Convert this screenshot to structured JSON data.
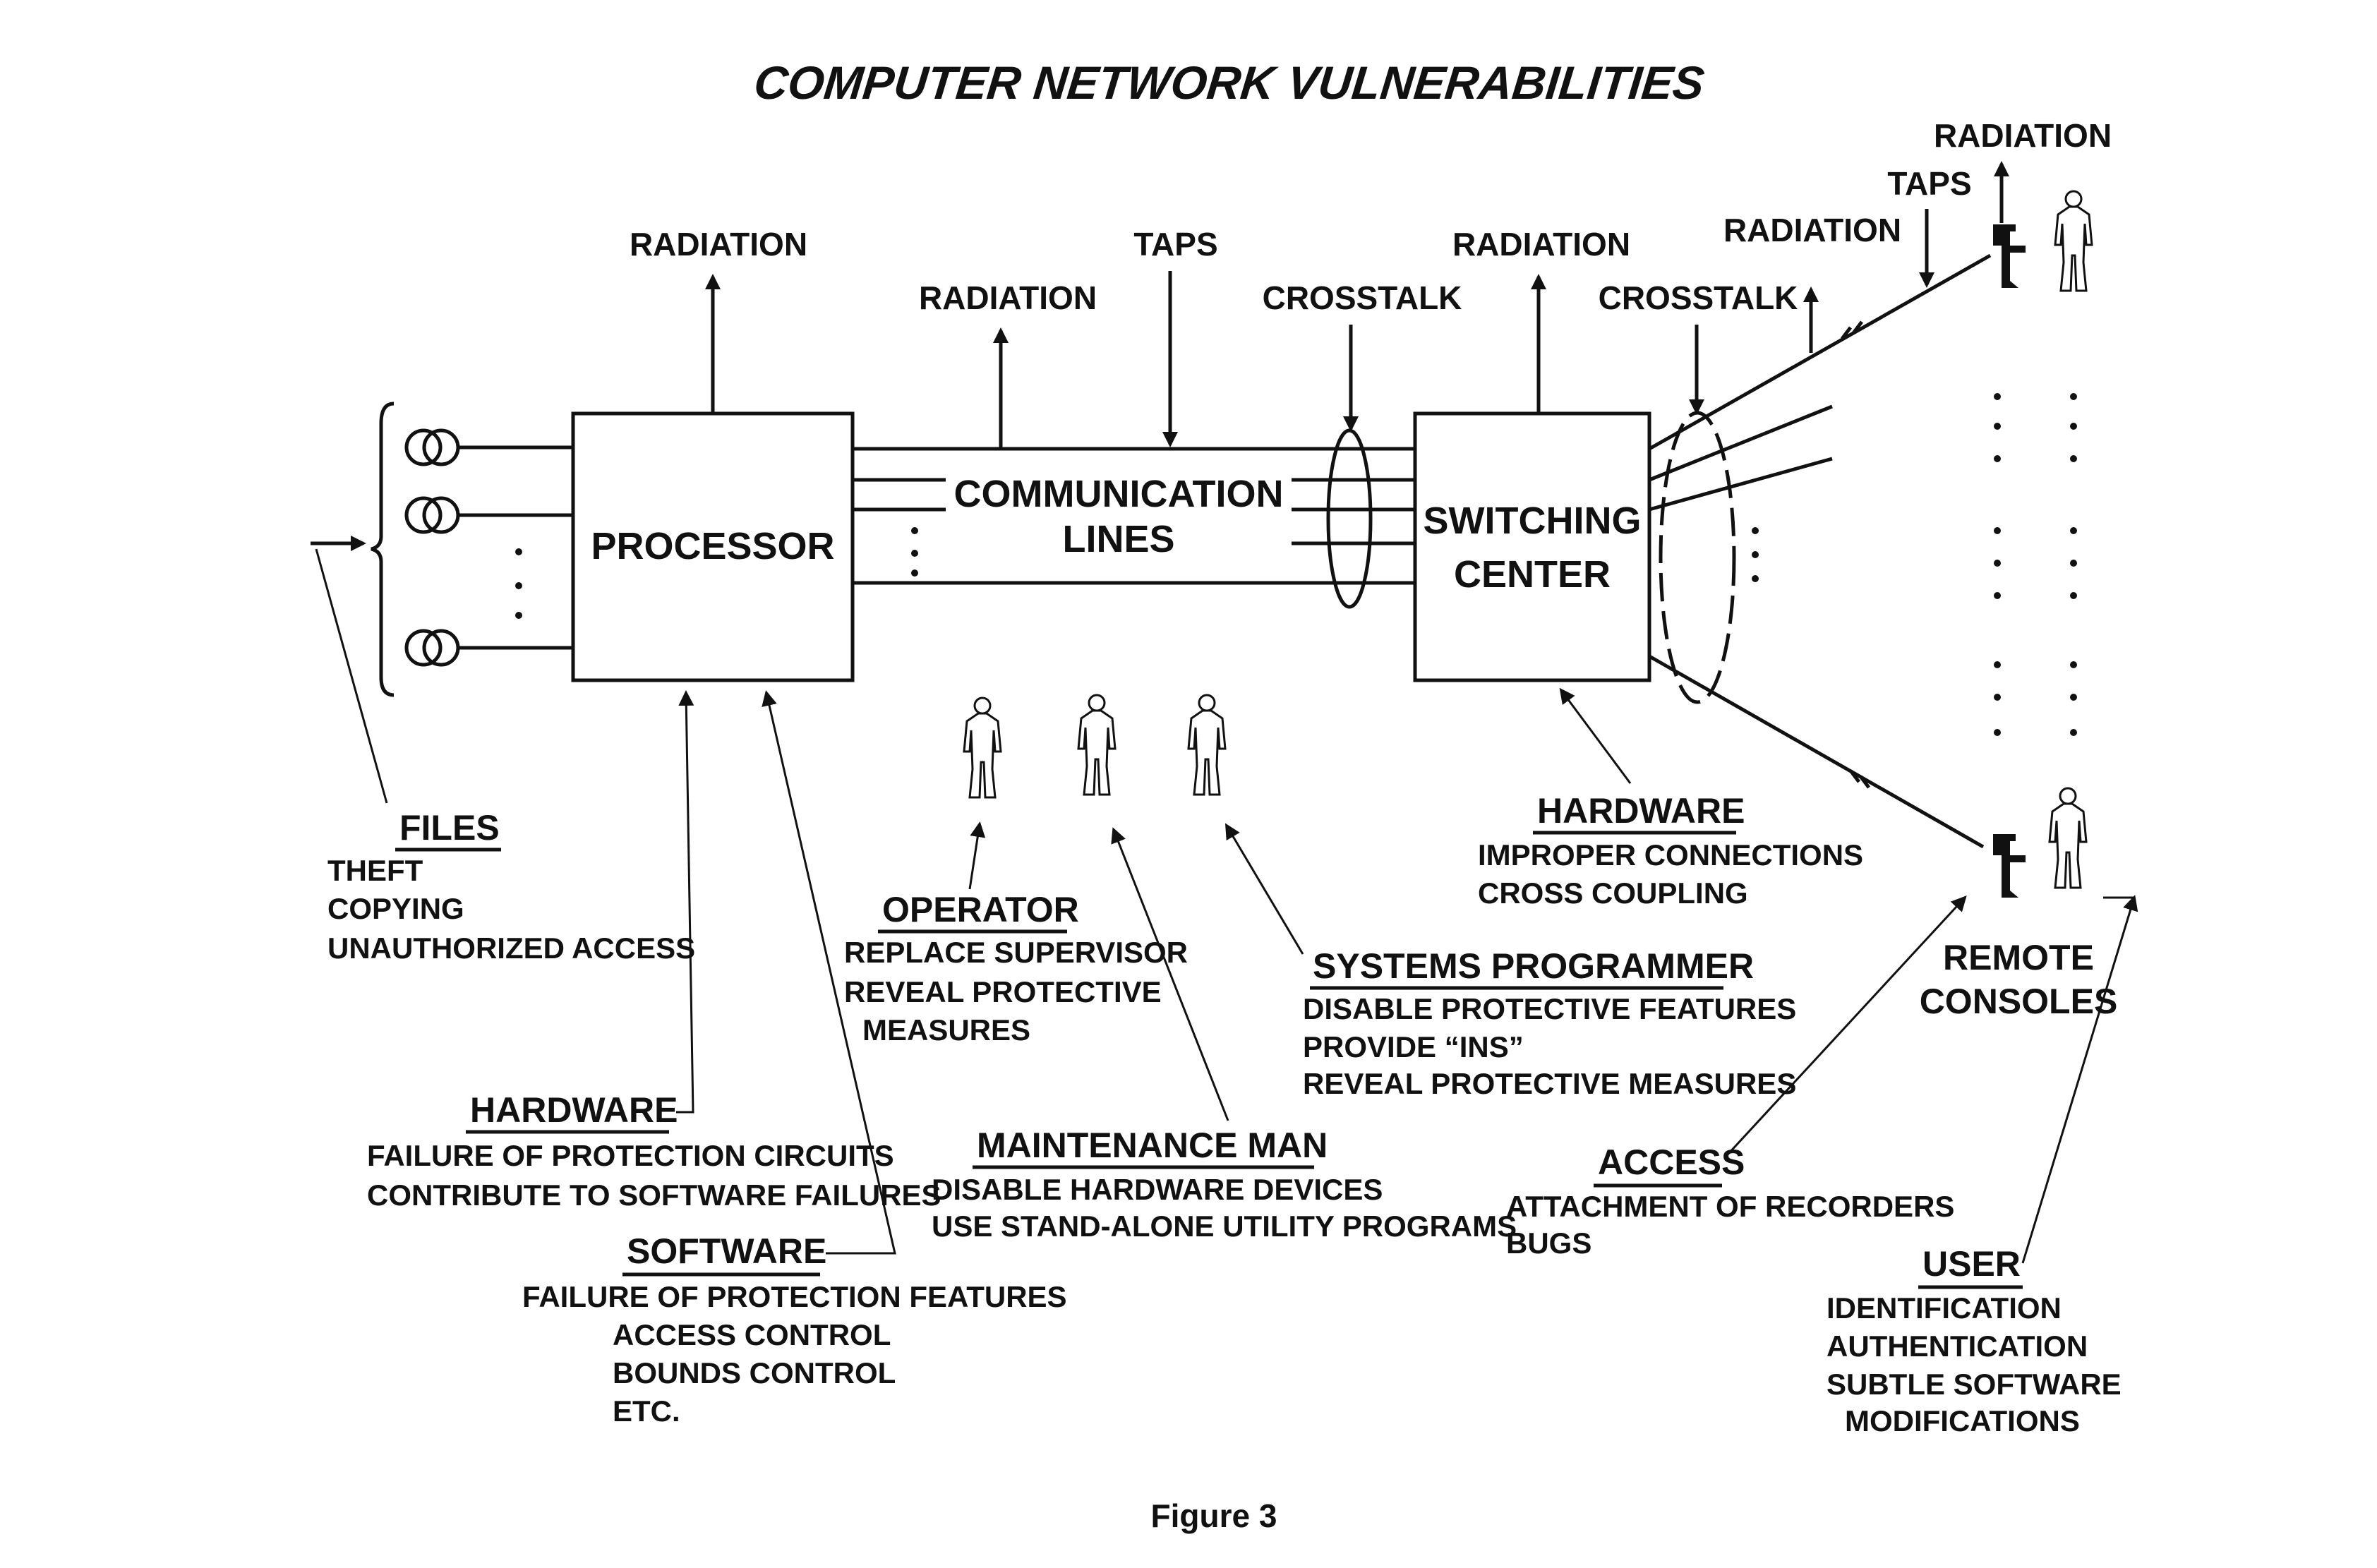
{
  "title": "COMPUTER NETWORK VULNERABILITIES",
  "figure_caption": "Figure 3",
  "colors": {
    "ink": "#111111",
    "paper": "#ffffff"
  },
  "nodes": {
    "processor": "PROCESSOR",
    "communication_lines": [
      "COMMUNICATION",
      "LINES"
    ],
    "switching_center": [
      "SWITCHING",
      "CENTER"
    ],
    "remote_consoles": [
      "REMOTE",
      "CONSOLES"
    ]
  },
  "threat_labels": {
    "radiation_processor": "RADIATION",
    "radiation_lines": "RADIATION",
    "taps_lines": "TAPS",
    "crosstalk_lines": "CROSSTALK",
    "radiation_switching": "RADIATION",
    "crosstalk_switching": "CROSSTALK",
    "radiation_consoles": "RADIATION",
    "taps_consoles": "TAPS",
    "radiation_top": "RADIATION"
  },
  "groups": {
    "files": {
      "heading": "FILES",
      "items": [
        "THEFT",
        "COPYING",
        "UNAUTHORIZED ACCESS"
      ]
    },
    "hardware_processor": {
      "heading": "HARDWARE",
      "items": [
        "FAILURE OF PROTECTION CIRCUITS",
        "CONTRIBUTE TO SOFTWARE FAILURES"
      ]
    },
    "software": {
      "heading": "SOFTWARE",
      "items": [
        "FAILURE OF PROTECTION FEATURES",
        "ACCESS CONTROL",
        "BOUNDS CONTROL",
        "ETC."
      ]
    },
    "operator": {
      "heading": "OPERATOR",
      "items": [
        "REPLACE SUPERVISOR",
        "REVEAL PROTECTIVE",
        "MEASURES"
      ]
    },
    "maintenance_man": {
      "heading": "MAINTENANCE MAN",
      "items": [
        "DISABLE HARDWARE DEVICES",
        "USE STAND-ALONE UTILITY PROGRAMS"
      ]
    },
    "systems_programmer": {
      "heading": "SYSTEMS PROGRAMMER",
      "items": [
        "DISABLE PROTECTIVE FEATURES",
        "PROVIDE “INS”",
        "REVEAL PROTECTIVE MEASURES"
      ]
    },
    "hardware_switching": {
      "heading": "HARDWARE",
      "items": [
        "IMPROPER CONNECTIONS",
        "CROSS COUPLING"
      ]
    },
    "access": {
      "heading": "ACCESS",
      "items": [
        "ATTACHMENT OF RECORDERS",
        "BUGS"
      ]
    },
    "user": {
      "heading": "USER",
      "items": [
        "IDENTIFICATION",
        "AUTHENTICATION",
        "SUBTLE SOFTWARE",
        "MODIFICATIONS"
      ]
    }
  }
}
